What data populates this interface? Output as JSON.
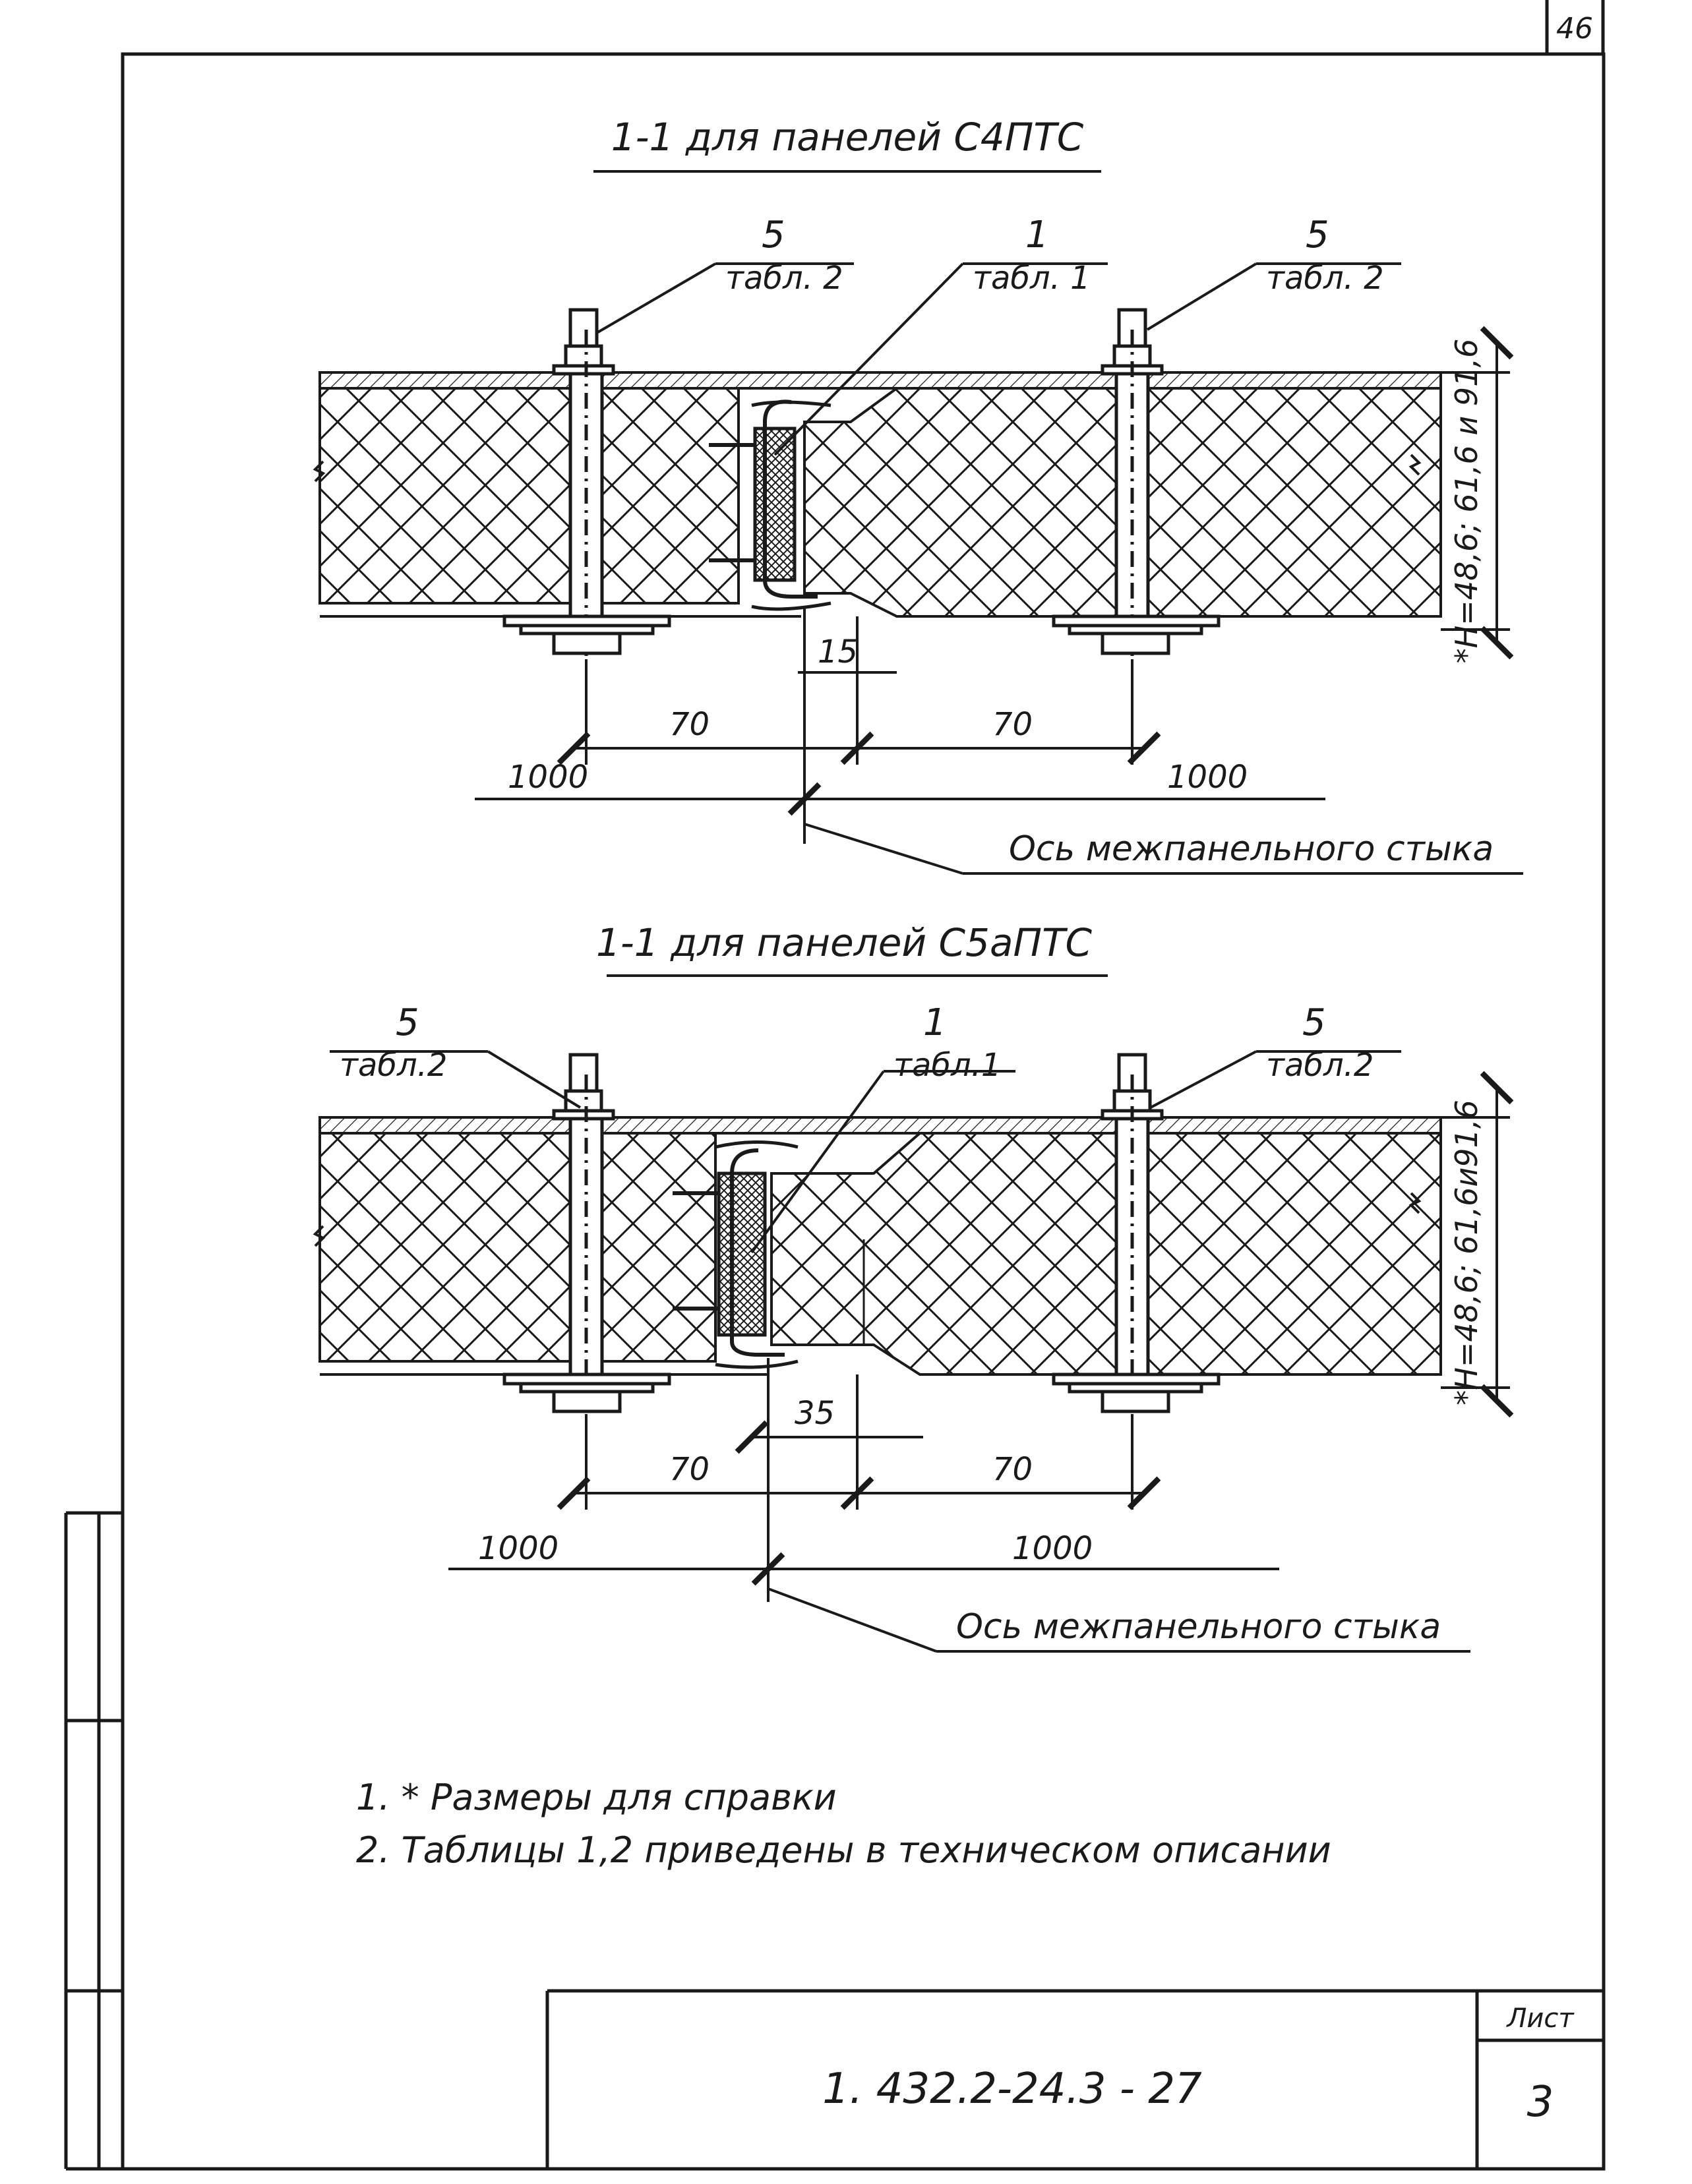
{
  "page_number": "46",
  "section1": {
    "title": "1-1  для панелей С4ПТС",
    "callout_left_num": "5",
    "callout_left_ref": "табл. 2",
    "callout_mid_num": "1",
    "callout_mid_ref": "табл. 1",
    "callout_right_num": "5",
    "callout_right_ref": "табл. 2",
    "dim_gap": "15",
    "dim_left": "70",
    "dim_right": "70",
    "dim_1000_left": "1000",
    "dim_1000_right": "1000",
    "height_label": "*H=48,6; 61,6 и 91,6",
    "axis_label": "Ось межпанельного стыка"
  },
  "section2": {
    "title": "1-1 для панелей С5аПТС",
    "callout_left_num": "5",
    "callout_left_ref": "табл.2",
    "callout_mid_num": "1",
    "callout_mid_ref": "табл.1",
    "callout_right_num": "5",
    "callout_right_ref": "табл.2",
    "dim_gap": "35",
    "dim_left": "70",
    "dim_right": "70",
    "dim_1000_left": "1000",
    "dim_1000_right": "1000",
    "height_label": "*H=48,6; 61,6и91,6",
    "axis_label": "Ось межпанельного стыка"
  },
  "notes": [
    "1. * Размеры для справки",
    "2. Таблицы  1,2 приведены в техническом описании"
  ],
  "stamp": {
    "doc_code": "1. 432.2-24.3 - 27",
    "sheet_label": "Лист",
    "sheet_number": "3"
  }
}
